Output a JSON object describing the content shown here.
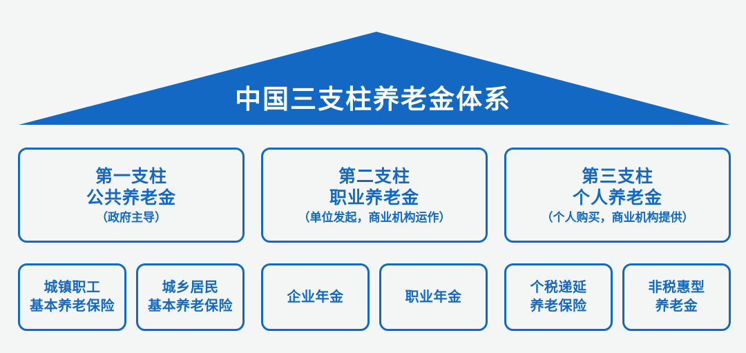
{
  "background_color": "#f4f5f5",
  "accent_color": "#1268c3",
  "roof": {
    "shape": "triangle-roof",
    "fill_color": "#1268c3",
    "title": "中国三支柱养老金体系",
    "title_color": "#ffffff"
  },
  "pillars": [
    {
      "id": "pillar-one",
      "line1": "第一支柱",
      "line2": "公共养老金",
      "note": "（政府主导）",
      "items": [
        {
          "line1": "城镇职工",
          "line2": "基本养老保险"
        },
        {
          "line1": "城乡居民",
          "line2": "基本养老保险"
        }
      ]
    },
    {
      "id": "pillar-two",
      "line1": "第二支柱",
      "line2": "职业养老金",
      "note": "（单位发起，商业机构运作）",
      "items": [
        {
          "line1": "企业年金",
          "line2": ""
        },
        {
          "line1": "职业年金",
          "line2": ""
        }
      ]
    },
    {
      "id": "pillar-three",
      "line1": "第三支柱",
      "line2": "个人养老金",
      "note": "（个人购买，商业机构提供）",
      "items": [
        {
          "line1": "个税递延",
          "line2": "养老保险"
        },
        {
          "line1": "非税惠型",
          "line2": "养老金"
        }
      ]
    }
  ]
}
